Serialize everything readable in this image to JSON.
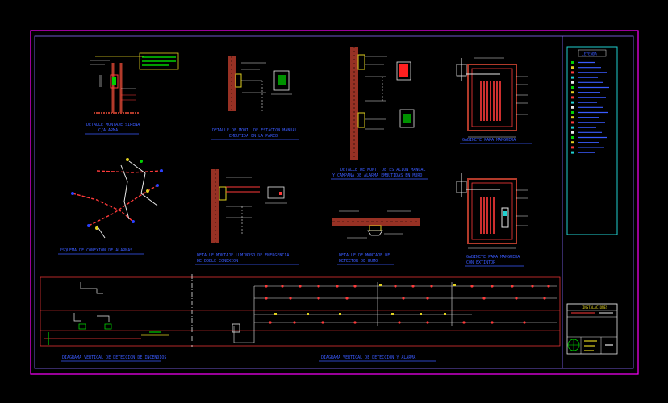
{
  "drawing": {
    "colors": {
      "background": "#000000",
      "frame": "#ff00ff",
      "inner_frame": "#8a6bff",
      "title": "#3a5bff",
      "detail": "#ff3a3a",
      "wall": "#b23a2a",
      "line": "#e8e8e8",
      "green": "#00d000",
      "yellow": "#e0d020",
      "cyan": "#20d0d0",
      "blue": "#2a40ff"
    },
    "details": {
      "d1": {
        "title": "DETALLE MONTAJE SIRENA",
        "subtitle": "C/ALARMA"
      },
      "d2": {
        "title": "DETALLE DE MONT. DE ESTACION MANUAL",
        "subtitle": "EMBUTIDA EN LA PARED"
      },
      "d3": {
        "title": "DETALLE DE MONT. DE ESTACION MANUAL",
        "subtitle": "Y CAMPANA DE ALARMA EMBUTIDAS EN MURO"
      },
      "d4": {
        "title": "GABINETE PARA MANGUERA",
        "subtitle": ""
      },
      "d5": {
        "title": "ESQUEMA DE CONEXION DE ALARMAS",
        "subtitle": ""
      },
      "d6": {
        "title": "DETALLE MONTAJE LUMINOSO DE EMERGENCIA",
        "subtitle": "DE DOBLE CONEXION"
      },
      "d7": {
        "title": "DETALLE DE MONTAJE DE",
        "subtitle": "DETECTOR DE HUMO"
      },
      "d8": {
        "title": "GABINETE PARA MANGUERA",
        "subtitle": "CON EXTINTOR"
      },
      "d9": {
        "title": "DIAGRAMA VERTICAL DE DETECCION DE INCENDIOS",
        "subtitle": ""
      },
      "d10": {
        "title": "DIAGRAMA VERTICAL DE DETECCION Y ALARMA",
        "subtitle": ""
      }
    },
    "legend": {
      "title": "LEYENDA",
      "item_count": 19
    },
    "title_block": {
      "label": "INSTALACIONES"
    }
  }
}
